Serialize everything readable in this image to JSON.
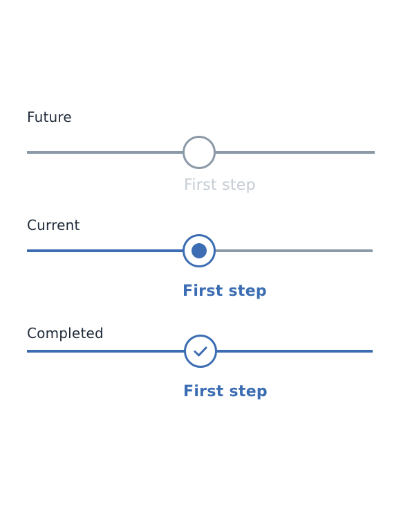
{
  "colors": {
    "accent": "#3c6db3",
    "future_line": "#8c9aa8",
    "future_label": "#c5ccd4",
    "text": "#1f2a37"
  },
  "steps": [
    {
      "state_label": "Future",
      "step_label": "First step",
      "status": "future",
      "icon": "empty-circle-icon"
    },
    {
      "state_label": "Current",
      "step_label": "First step",
      "status": "current",
      "icon": "filled-dot-icon"
    },
    {
      "state_label": "Completed",
      "step_label": "First step",
      "status": "completed",
      "icon": "checkmark-icon"
    }
  ]
}
